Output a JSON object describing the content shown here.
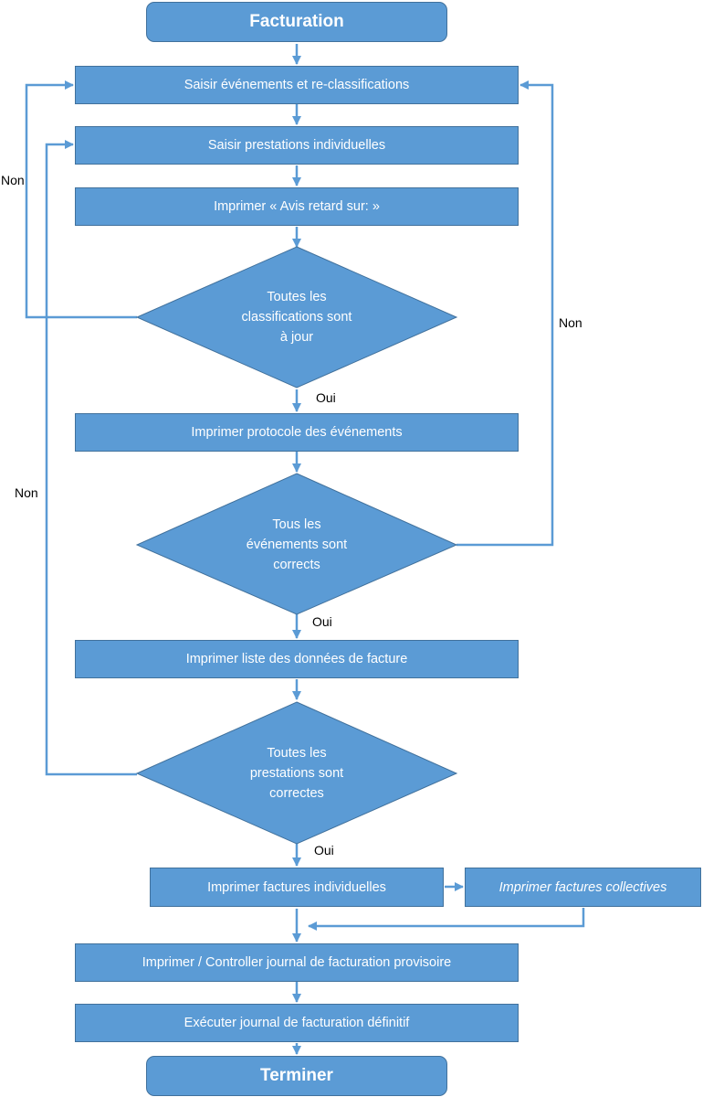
{
  "flowchart": {
    "start": "Facturation",
    "end": "Terminer",
    "steps": {
      "s1": "Saisir événements et re-classifications",
      "s2": "Saisir prestations individuelles",
      "s3": "Imprimer « Avis retard sur: »",
      "s4": "Imprimer protocole des événements",
      "s5": "Imprimer liste des données de facture",
      "s6": "Imprimer factures individuelles",
      "s6b": "Imprimer factures collectives",
      "s7": "Imprimer / Controller journal de facturation provisoire",
      "s8": "Exécuter journal de facturation définitif"
    },
    "decisions": {
      "d1": [
        "Toutes les",
        "classifications sont",
        "à jour"
      ],
      "d2": [
        "Tous les",
        "événements sont",
        "corrects"
      ],
      "d3": [
        "Toutes les",
        "prestations sont",
        "correctes"
      ]
    },
    "labels": {
      "yes": "Oui",
      "no": "Non"
    },
    "colors": {
      "fill": "#5b9bd5",
      "stroke": "#41719c",
      "text": "#ffffff"
    }
  }
}
